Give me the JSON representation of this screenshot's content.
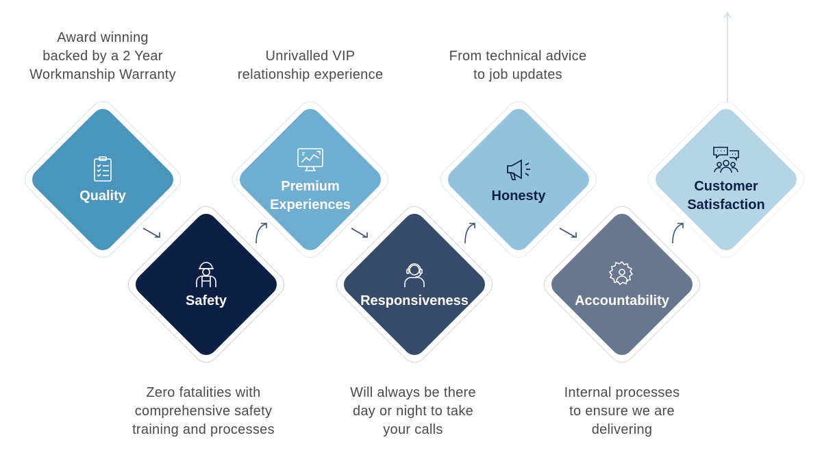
{
  "steps": [
    {
      "label": "Quality",
      "caption": "Award winning\nbacked by a 2 Year\nWorkmanship Warranty",
      "icon": "clipboard-checklist-icon",
      "fill": "#4995bb",
      "outline": "#cfe3ee",
      "text_color": "#ffffff"
    },
    {
      "label": "Safety",
      "caption": "Zero fatalities with\ncomprehensive safety\ntraining and processes",
      "icon": "construction-worker-icon",
      "fill": "#0b1f44",
      "outline": "#c8d0dc",
      "text_color": "#ffffff"
    },
    {
      "label": "Premium\nExperiences",
      "caption": "Unrivalled VIP\nrelationship experience",
      "icon": "monitor-chart-icon",
      "fill": "#6eaed0",
      "outline": "#d6e8f2",
      "text_color": "#ffffff"
    },
    {
      "label": "Responsiveness",
      "caption": "Will always be there\nday or night to take\nyour calls",
      "icon": "headset-agent-icon",
      "fill": "#364b6a",
      "outline": "#cdd3dc",
      "text_color": "#ffffff"
    },
    {
      "label": "Honesty",
      "caption": "From technical advice\nto job updates",
      "icon": "megaphone-icon",
      "fill": "#93c2dc",
      "outline": "#dde9f1",
      "text_color": "#0b1f44"
    },
    {
      "label": "Accountability",
      "caption": "Internal processes\nto ensure we are\ndelivering",
      "icon": "gear-person-icon",
      "fill": "#67778e",
      "outline": "#d2d6dd",
      "text_color": "#ffffff"
    },
    {
      "label": "Customer\nSatisfaction",
      "caption": "",
      "icon": "customer-chat-group-icon",
      "fill": "#b5d5e5",
      "outline": "#e4eff5",
      "text_color": "#0b1f44"
    }
  ]
}
